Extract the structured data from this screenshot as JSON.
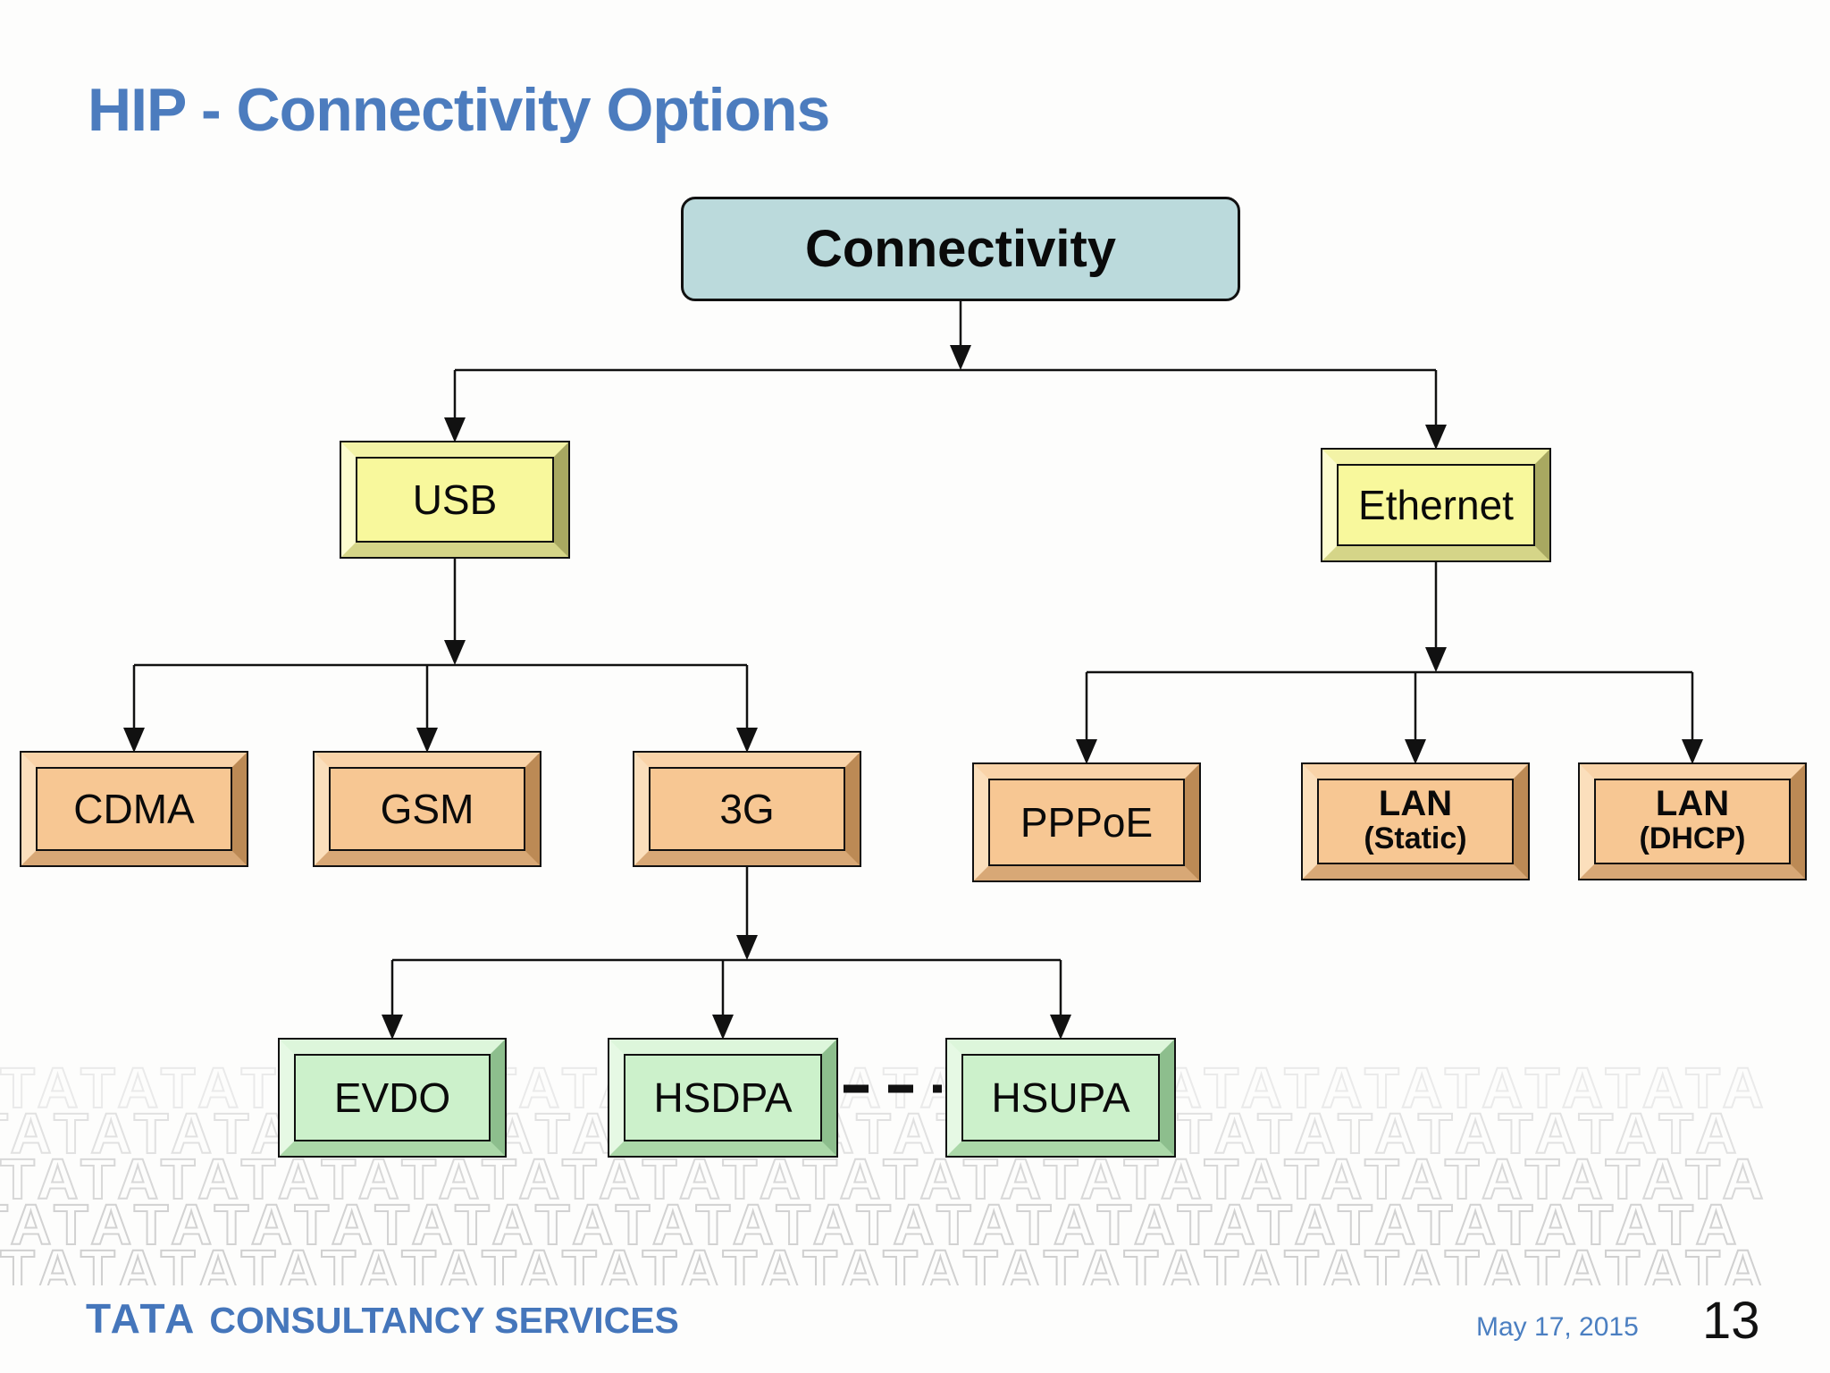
{
  "title": "HIP - Connectivity Options",
  "diagram": {
    "root": "Connectivity",
    "nodes": {
      "usb": "USB",
      "ethernet": "Ethernet",
      "cdma": "CDMA",
      "gsm": "GSM",
      "three_g": "3G",
      "pppoe": "PPPoE",
      "lan_static": {
        "line1": "LAN",
        "line2": "(Static)"
      },
      "lan_dhcp": {
        "line1": "LAN",
        "line2": "(DHCP)"
      },
      "evdo": "EVDO",
      "hsdpa": "HSDPA",
      "hsupa": "HSUPA"
    },
    "edges": [
      "Connectivity->USB",
      "Connectivity->Ethernet",
      "USB->CDMA",
      "USB->GSM",
      "USB->3G",
      "Ethernet->PPPoE",
      "Ethernet->LAN (Static)",
      "Ethernet->LAN (DHCP)",
      "3G->EVDO",
      "3G->HSDPA",
      "3G->HSUPA",
      "HSDPA--HSUPA (dashed)"
    ]
  },
  "watermark": {
    "row_text": "TATATATATATATATATATATATATATATATATATATATATATA"
  },
  "footer": {
    "logo_tata": "TATA",
    "logo_text": "CONSULTANCY SERVICES",
    "date": "May 17, 2015",
    "page_number": "13"
  },
  "colors": {
    "title_blue": "#4C7CBE",
    "logo_blue": "#4576BB",
    "date_blue": "#4B7FC1",
    "page_number_color": "#111111",
    "root_fill": "#BBDADC",
    "yellow_fill": "#F8F89C",
    "orange_fill": "#F7C793",
    "green_fill": "#CCF1CB",
    "connector_color": "#111111",
    "watermark_gray": "#D0D0D0"
  }
}
